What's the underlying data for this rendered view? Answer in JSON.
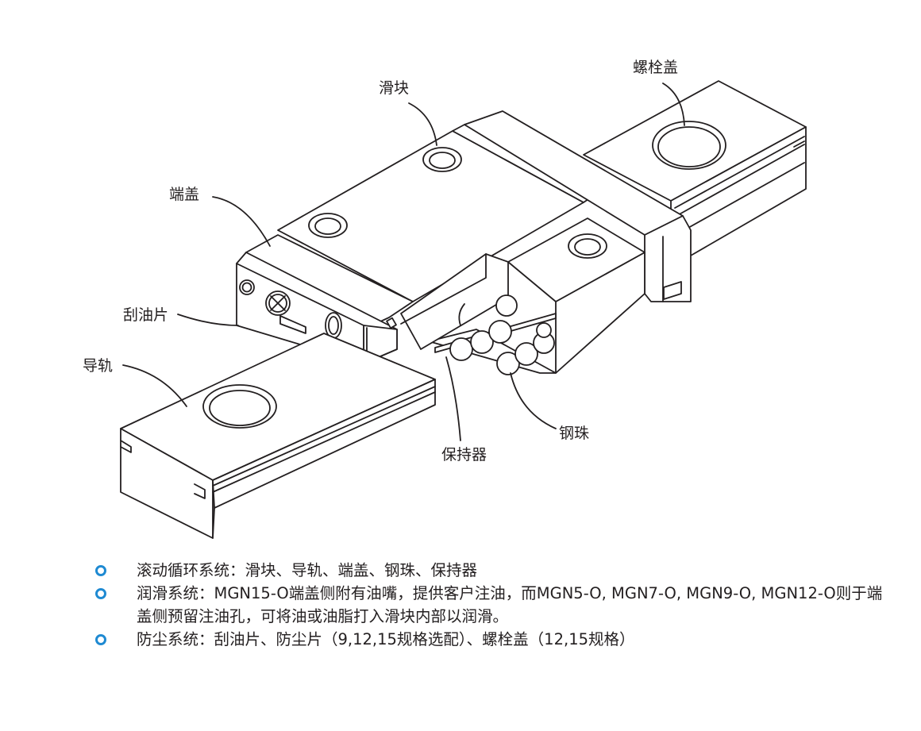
{
  "colors": {
    "bullet": "#1f8ad2",
    "line": "#231f20",
    "text": "#231f20"
  },
  "labels": {
    "slider": "滑块",
    "bolt_cap": "螺栓盖",
    "end_cap": "端盖",
    "scraper": "刮油片",
    "rail": "导轨",
    "steel_ball": "钢珠",
    "retainer": "保持器"
  },
  "features": [
    {
      "text": "滚动循环系统：滑块、导轨、端盖、钢珠、保持器"
    },
    {
      "text": "润滑系统：MGN15-O端盖侧附有油嘴，提供客户注油，而MGN5-O, MGN7-O, MGN9-O, MGN12-O则于端盖侧预留注油孔，可将油或油脂打入滑块内部以润滑。"
    },
    {
      "text": "防尘系统：刮油片、防尘片（9,12,15规格选配）、螺栓盖（12,15规格）"
    }
  ]
}
